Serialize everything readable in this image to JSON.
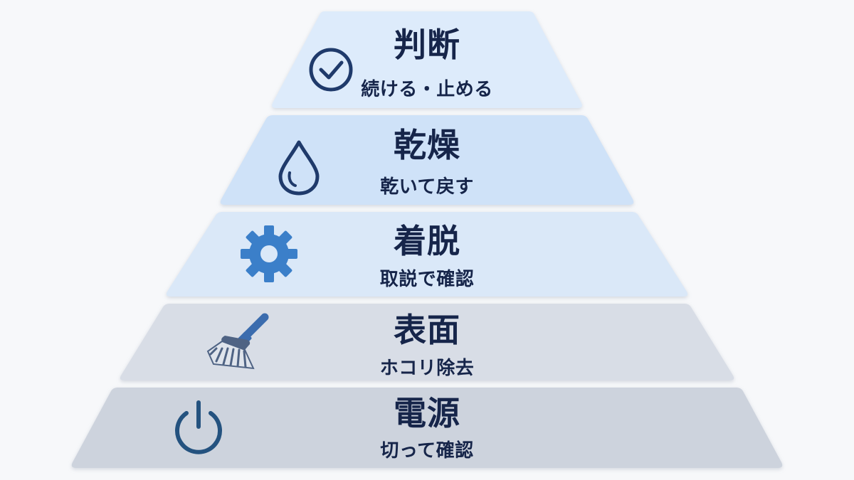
{
  "tiers": [
    {
      "title": "判断",
      "subtitle": "続ける・止める",
      "icon": "check-circle-icon",
      "color": "#ddebfb"
    },
    {
      "title": "乾燥",
      "subtitle": "乾いて戻す",
      "icon": "water-drop-icon",
      "color": "#cfe2f8"
    },
    {
      "title": "着脱",
      "subtitle": "取説で確認",
      "icon": "gear-icon",
      "color": "#dae8f8"
    },
    {
      "title": "表面",
      "subtitle": "ホコリ除去",
      "icon": "brush-icon",
      "color": "#d8dde6"
    },
    {
      "title": "電源",
      "subtitle": "切って確認",
      "icon": "power-icon",
      "color": "#cdd3dd"
    }
  ],
  "colors": {
    "text": "#16254a",
    "icon_navy": "#1f3a6b",
    "icon_blue": "#3b7fc9",
    "icon_slate": "#4f6384"
  }
}
